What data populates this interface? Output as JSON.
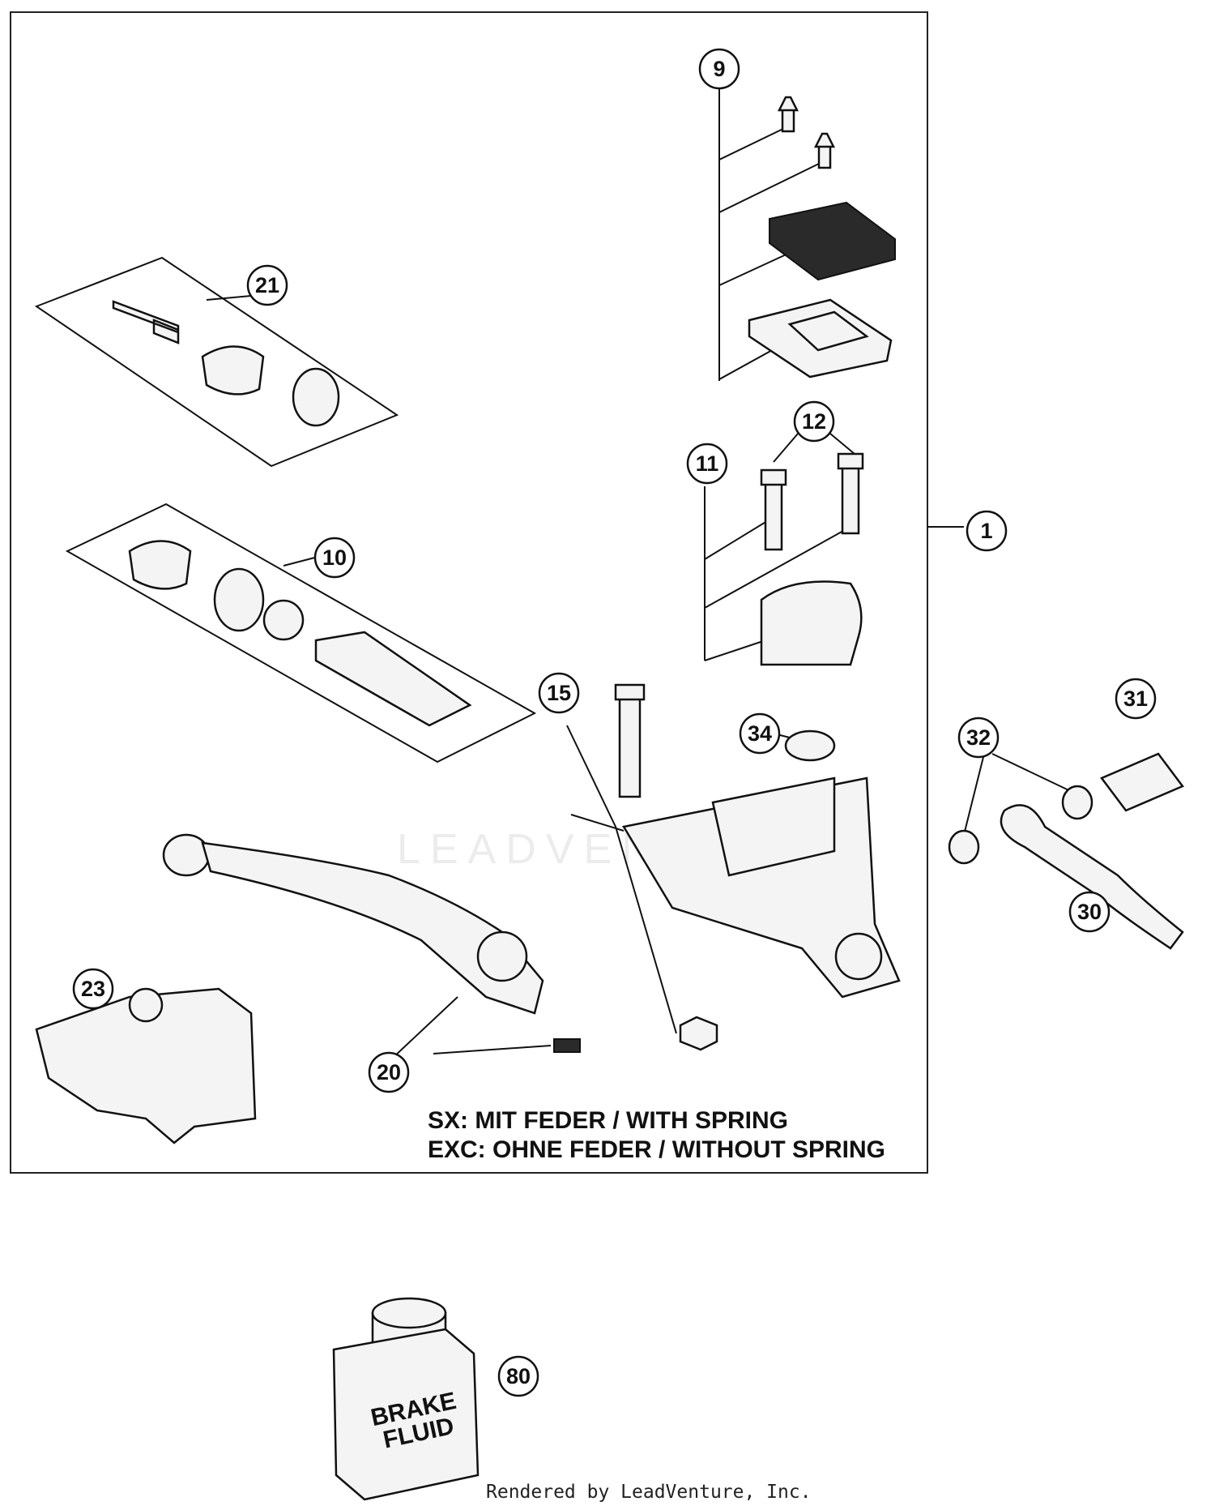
{
  "diagram": {
    "callouts": [
      "1",
      "9",
      "10",
      "11",
      "12",
      "15",
      "20",
      "21",
      "23",
      "30",
      "31",
      "32",
      "34",
      "80"
    ],
    "notes": {
      "line1": "SX: MIT FEDER / WITH SPRING",
      "line2": "EXC: OHNE FEDER / WITHOUT SPRING"
    },
    "brake_fluid_label": [
      "BRAKE",
      "FLUID"
    ],
    "watermark": "LEADVENTURE",
    "footer": "Rendered by LeadVenture, Inc."
  }
}
